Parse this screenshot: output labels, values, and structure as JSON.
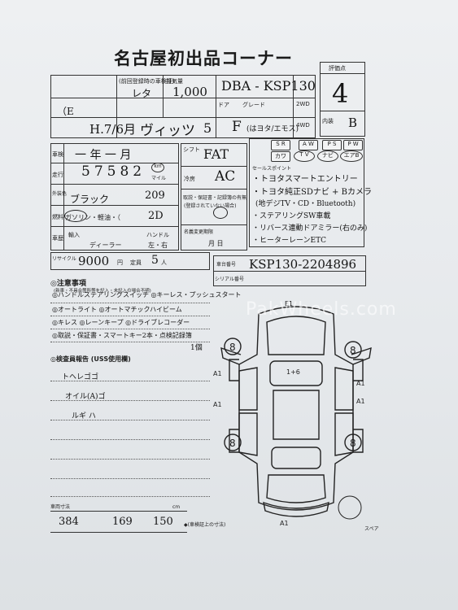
{
  "header": {
    "title": "名古屋初出品コーナー",
    "score_label": "評価点",
    "score_value": "4",
    "interior_label": "内装",
    "interior_value": "B"
  },
  "top_table": {
    "maker_note": "(前回登録時の車検証)",
    "displacement_label": "排気量",
    "displacement_value": "1,000",
    "model_code_value": "DBA - KSP130",
    "margin_mark": "（E",
    "first_reg_label": "レタ",
    "year_value": "H.7/6月",
    "car_name_value": "ヴィッツ",
    "doors_label": "ドア",
    "doors_value": "5",
    "grade_label": "グレード",
    "grade_value": "F",
    "grade_note": "(はヨタ/エモス)",
    "drive_2wd": "2WD",
    "drive_4wd": "4WD"
  },
  "spec": {
    "inspection_label": "車検",
    "inspection_value": "一 年 一 月",
    "mileage_label": "走行",
    "mileage_value": "57582",
    "mileage_unit": "km",
    "mileage_unit2": "マイル",
    "color_label": "外装色",
    "color_value": "ブラック",
    "color_code": "209",
    "fuel_label": "燃料",
    "fuel_value": "ガソリン・軽油・（",
    "fuel_code": "2D",
    "history_label": "車歴",
    "import_label": "輸入",
    "dealer_label": "ディーラー",
    "handle_label": "ハンドル",
    "handle_value": "左・右",
    "shift_label": "シフト",
    "shift_value": "FAT",
    "ac_label": "冷房",
    "ac_value": "AC",
    "recycle_label": "リサイクル",
    "recycle_value": "9000",
    "recycle_unit": "円",
    "seats_label": "定員",
    "seats_value": "5",
    "seats_unit": "人",
    "owner_label": "名義変更期限",
    "owner_value": "月 日",
    "check_label": "取説・保証書・記録簿の有無",
    "check_note": "(登録されていない場合)"
  },
  "options": {
    "sr": "S R",
    "aw": "A W",
    "ps": "P S",
    "pw": "P W",
    "leather": "カワ",
    "tv": "T V",
    "navi": "ナビ",
    "airbag": "エアB"
  },
  "sales_points": {
    "label": "セールスポイント",
    "line1": "・トヨタスマートエントリー",
    "line2": "・トヨタ純正SDナビ + Bカメラ",
    "line3": "(地デジTV・CD・Bluetooth)",
    "line4": "・ステアリングSW車載",
    "line5": "・リバース連動ドアミラー(右のみ)",
    "line6": "・ヒーターレーンETC"
  },
  "vin": {
    "chassis_label": "車台番号",
    "serial_label": "シリアル番号",
    "value": "KSP130-2204896"
  },
  "notes": {
    "header": "◎注意事項",
    "sub": "(新車・不具合箇所等を記入・未記入の場合不明)",
    "line1": "◎ハンドルステアリングスイッチ ◎キーレス・プッシュスタート",
    "line2": "◎オートライト ◎オートマチックハイビーム",
    "line3": "◎キレス ◎レーンキープ ◎ドライブレコーダー",
    "line4": "◎取説・保証書・スマートキー2本・点検記録簿",
    "line5": "1個",
    "inspector_header": "◎検査員報告 (USS使用欄)",
    "report1": "トヘレゴゴ",
    "report2": "オイル(A)ゴ",
    "report3": "ルギ ハ"
  },
  "dimensions": {
    "label": "車両寸法",
    "length_value": "384",
    "width_value": "169",
    "height_value": "150",
    "unit": "cm",
    "note": "◆(車検証上の寸法)"
  },
  "diagram": {
    "marks": {
      "front": "E1",
      "left1": "A1",
      "right1": "A1",
      "right2": "A1",
      "rear": "A1",
      "tire": "8",
      "roof": "1+6"
    },
    "spare_label": "スペア",
    "watermark": "PakWheels.com"
  }
}
